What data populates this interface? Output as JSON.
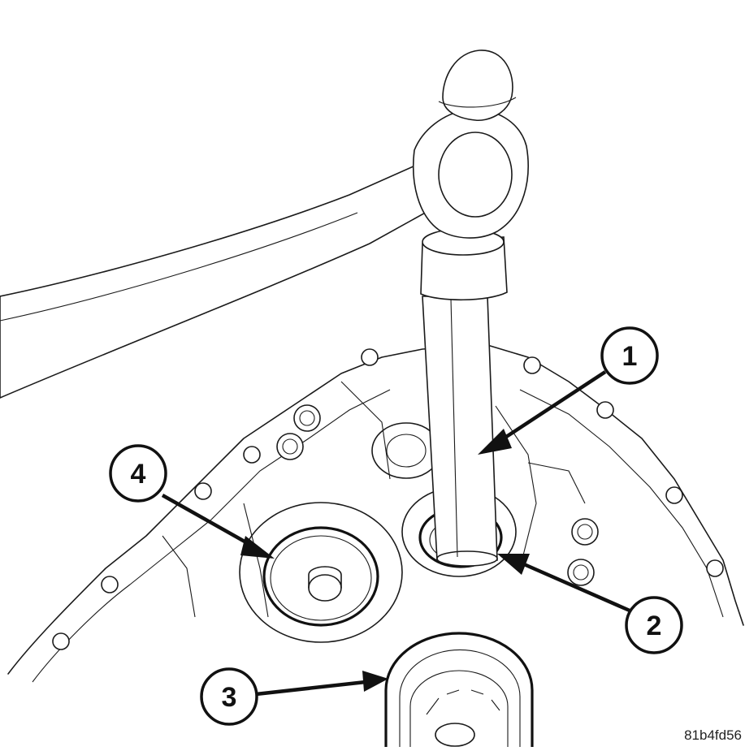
{
  "figure": {
    "figure_id": "81b4fd56"
  },
  "callouts": [
    {
      "label": "1",
      "target": "driver-handle"
    },
    {
      "label": "2",
      "target": "seal-bore"
    },
    {
      "label": "3",
      "target": "lower-bore"
    },
    {
      "label": "4",
      "target": "left-bore"
    }
  ],
  "colors": {
    "ink": "#111111",
    "paper": "#ffffff"
  }
}
